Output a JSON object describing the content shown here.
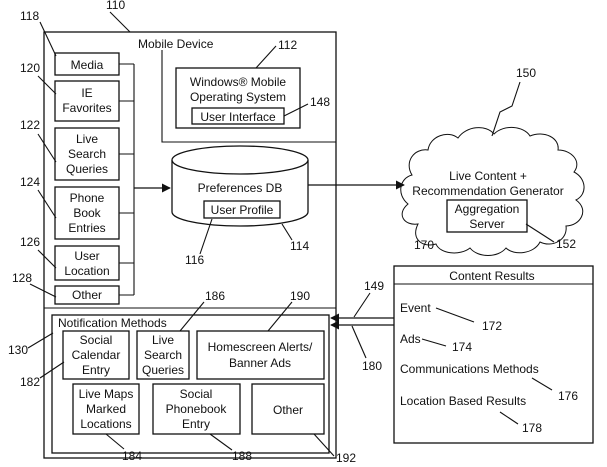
{
  "mobile_device": {
    "ref": "110",
    "title": "Mobile Device",
    "sources": [
      {
        "ref": "118",
        "lines": [
          "Media"
        ]
      },
      {
        "ref": "120",
        "lines": [
          "IE",
          "Favorites"
        ]
      },
      {
        "ref": "122",
        "lines": [
          "Live",
          "Search",
          "Queries"
        ]
      },
      {
        "ref": "124",
        "lines": [
          "Phone",
          "Book",
          "Entries"
        ]
      },
      {
        "ref": "126",
        "lines": [
          "User",
          "Location"
        ]
      },
      {
        "ref": "128",
        "lines": [
          "Other"
        ]
      }
    ],
    "os": {
      "ref": "112",
      "lines": [
        "Windows® Mobile",
        "Operating System"
      ],
      "ui_label": "User Interface",
      "ui_ref": "148"
    },
    "prefs_db": {
      "label": "Preferences DB",
      "profile_label": "User Profile",
      "ref": "114",
      "profile_ref": "116"
    },
    "notifications": {
      "ref": "130",
      "title": "Notification Methods",
      "items": [
        {
          "ref": "182",
          "lines": [
            "Social",
            "Calendar",
            "Entry"
          ]
        },
        {
          "ref": "186",
          "lines": [
            "Live",
            "Search",
            "Queries"
          ]
        },
        {
          "ref": "190",
          "lines": [
            "Homescreen Alerts/",
            "Banner Ads"
          ]
        },
        {
          "ref": "184",
          "lines": [
            "Live Maps",
            "Marked",
            "Locations"
          ]
        },
        {
          "ref": "188",
          "lines": [
            "Social",
            "Phonebook",
            "Entry"
          ]
        },
        {
          "ref": "192",
          "lines": [
            "Other"
          ]
        }
      ]
    }
  },
  "cloud": {
    "ref": "150",
    "lines": [
      "Live Content +",
      "Recommendation Generator"
    ],
    "server_lines": [
      "Aggregation",
      "Server"
    ],
    "server_ref": "152",
    "ref_170": "170"
  },
  "content_results": {
    "title": "Content Results",
    "items": [
      {
        "label": "Event",
        "ref": "172"
      },
      {
        "label": "Ads",
        "ref": "174"
      },
      {
        "label": "Communications Methods",
        "ref": "176"
      },
      {
        "label": "Location Based Results",
        "ref": "178"
      }
    ]
  },
  "arrow_refs": {
    "upper": "149",
    "lower": "180"
  }
}
